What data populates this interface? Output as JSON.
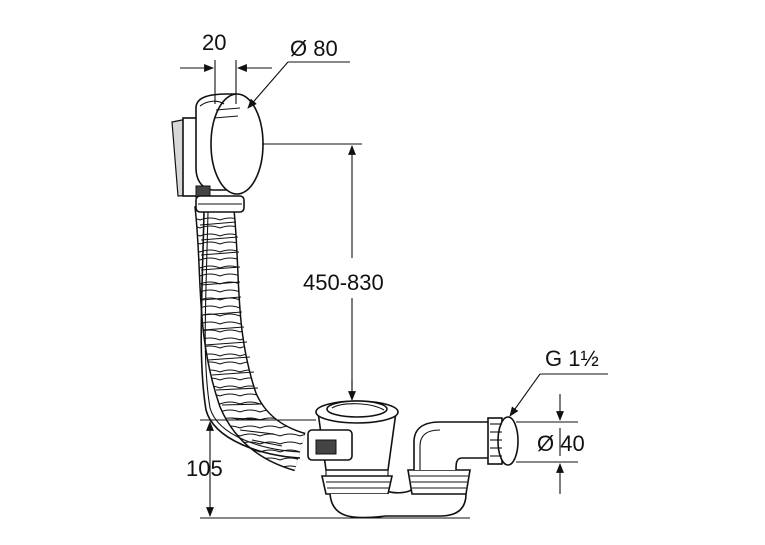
{
  "dimensions": {
    "width_offset": "20",
    "overflow_diameter": "Ø 80",
    "height_range": "450-830",
    "thread": "G 1½",
    "outlet_diameter": "Ø 40",
    "drain_height": "105"
  }
}
